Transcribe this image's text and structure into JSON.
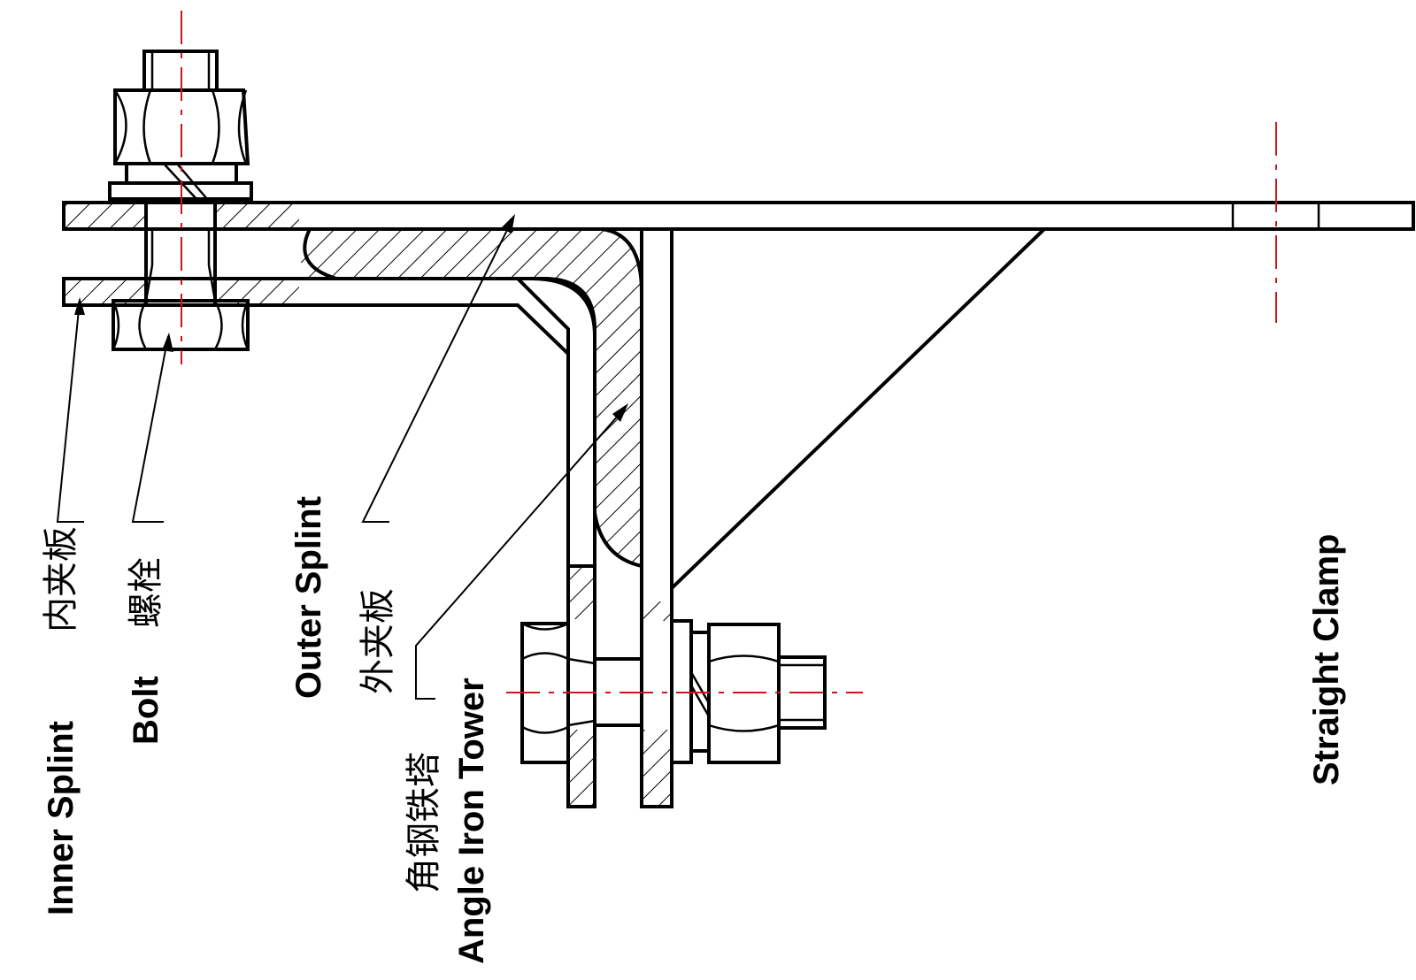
{
  "labels": {
    "inner_splint_en": "Inner Splint",
    "inner_splint_cn": "内夹板",
    "bolt_en": "Bolt",
    "bolt_cn": "螺栓",
    "outer_splint_en": "Outer Splint",
    "outer_splint_cn": "外夹板",
    "angle_iron_cn": "角钢铁塔",
    "angle_iron_en": "Angle Iron Tower",
    "straight_clamp_en": "Straight Clamp"
  },
  "colors": {
    "line": "#000000",
    "centerline": "#c8161d",
    "background": "#ffffff"
  }
}
